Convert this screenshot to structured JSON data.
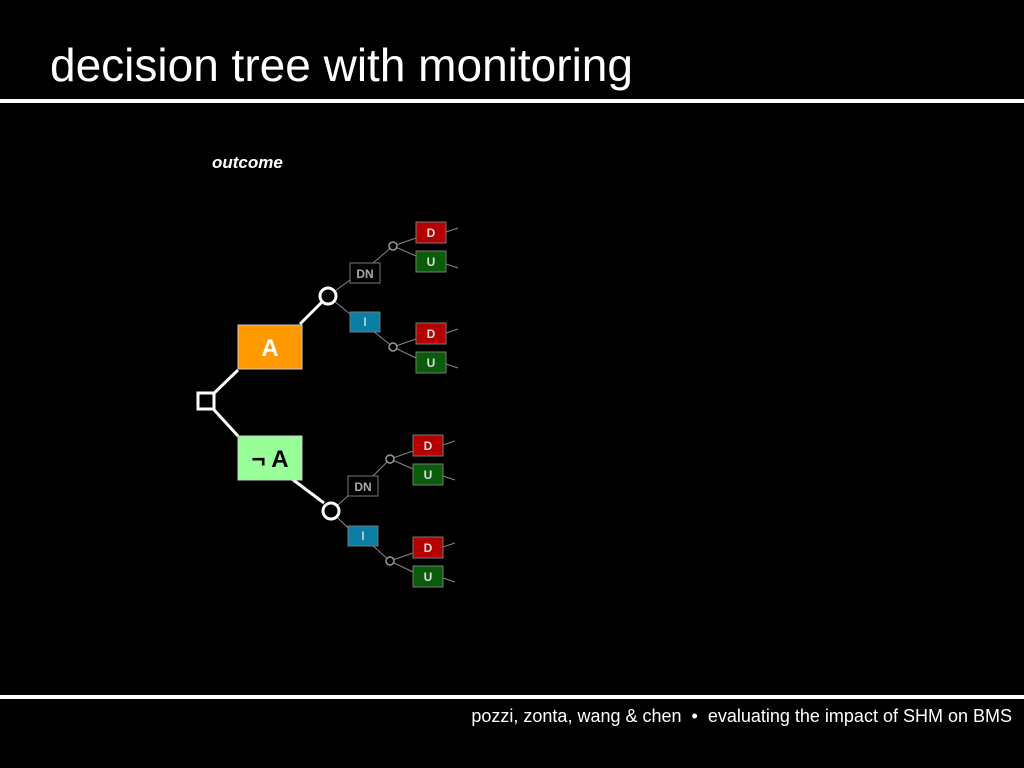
{
  "slide": {
    "title": "decision tree with monitoring",
    "outcome_label": "outcome"
  },
  "footer": {
    "authors": "pozzi, zonta, wang & chen",
    "separator": "•",
    "talk_title": "evaluating the impact of SHM on BMS"
  },
  "tree": {
    "actions": [
      {
        "label": "A",
        "color": "#ff9900",
        "text_color": "#ffffff",
        "branches": [
          {
            "label": "DN",
            "color": "#000000",
            "outcomes": [
              "D",
              "U"
            ]
          },
          {
            "label": "I",
            "color": "#0a7fa6",
            "outcomes": [
              "D",
              "U"
            ]
          }
        ]
      },
      {
        "label": "¬ A",
        "color": "#99ff99",
        "text_color": "#000000",
        "branches": [
          {
            "label": "DN",
            "color": "#000000",
            "outcomes": [
              "D",
              "U"
            ]
          },
          {
            "label": "I",
            "color": "#0a7fa6",
            "outcomes": [
              "D",
              "U"
            ]
          }
        ]
      }
    ],
    "outcome_colors": {
      "D": "#b30000",
      "U": "#0a5c0a"
    }
  }
}
